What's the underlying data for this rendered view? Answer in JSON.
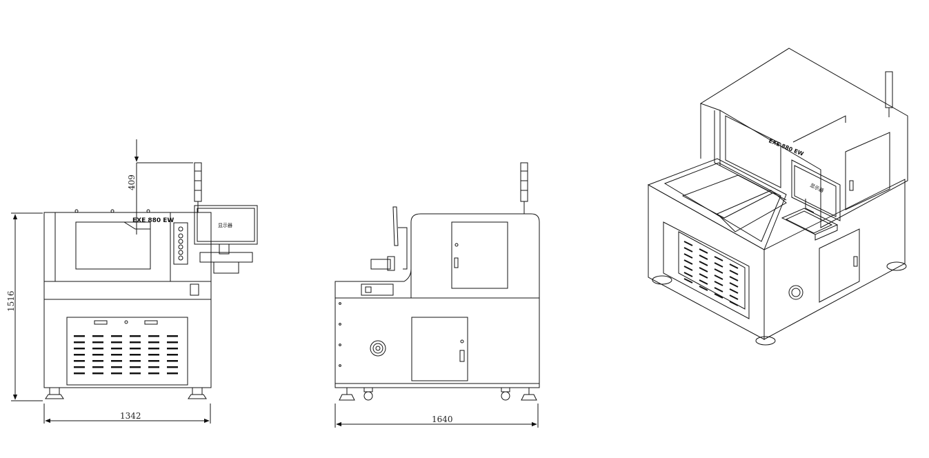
{
  "front_view": {
    "width_label": "1342",
    "height_label": "1516",
    "monitor_offset_label": "409",
    "brand_label": "EXE 880 EW",
    "monitor_label": "显示器"
  },
  "side_view": {
    "depth_label": "1640"
  },
  "iso_view": {
    "brand_label": "EXE 880 EW",
    "monitor_label": "显示器"
  },
  "colors": {
    "line": "#111111",
    "background": "#ffffff"
  }
}
